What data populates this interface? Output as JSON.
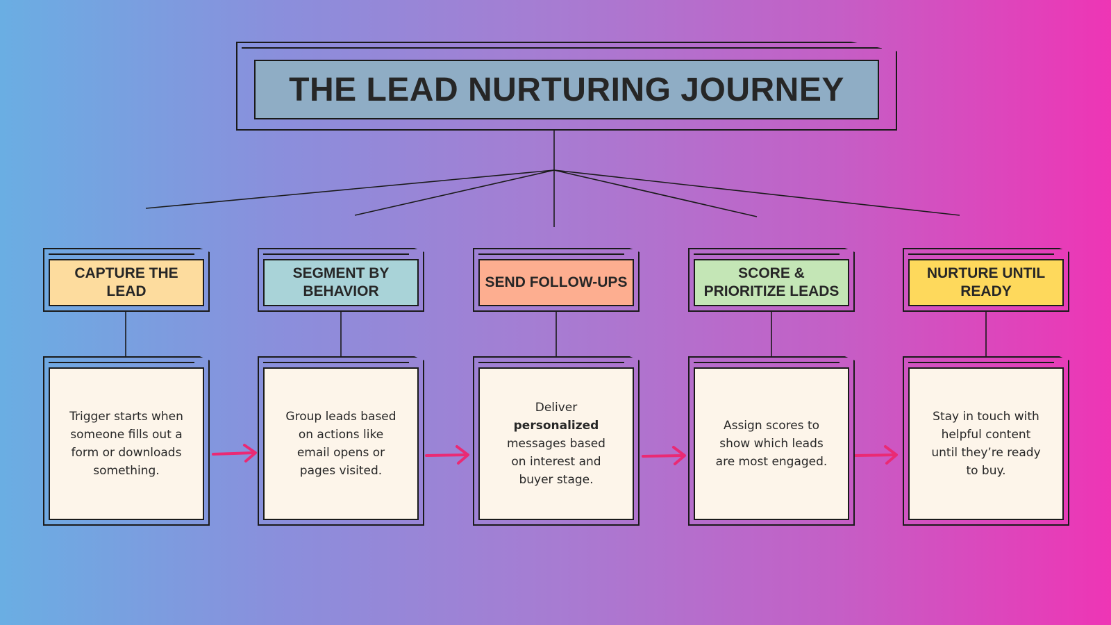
{
  "title": "THE LEAD NURTURING JOURNEY",
  "colors": {
    "background_left": "#6aaee3",
    "background_right": "#ee35b5",
    "title_box": "#8fadc5",
    "description_box": "#fdf5ea",
    "arrow": "#ea2a74",
    "outline": "#1a1a1a"
  },
  "steps": [
    {
      "heading": "CAPTURE THE LEAD",
      "heading_color": "#fddc9e",
      "description": "Trigger starts when someone fills out a form or downloads something.",
      "bold_word": ""
    },
    {
      "heading": "SEGMENT BY BEHAVIOR",
      "heading_color": "#a9d3d8",
      "description": "Group leads based on actions like email opens or pages visited.",
      "bold_word": ""
    },
    {
      "heading": "SEND FOLLOW-UPS",
      "heading_color": "#fdae90",
      "description_before": "Deliver",
      "bold_word": "personalized",
      "description_after": "messages based on interest and buyer stage."
    },
    {
      "heading": "SCORE & PRIORITIZE LEADS",
      "heading_color": "#c4e6b6",
      "description": "Assign scores to show which leads are most engaged.",
      "bold_word": ""
    },
    {
      "heading": "NURTURE UNTIL READY",
      "heading_color": "#fed95c",
      "description": "Stay in touch with helpful content until they’re ready to buy.",
      "bold_word": ""
    }
  ],
  "icons": {
    "arrow": "right-arrow-icon"
  }
}
